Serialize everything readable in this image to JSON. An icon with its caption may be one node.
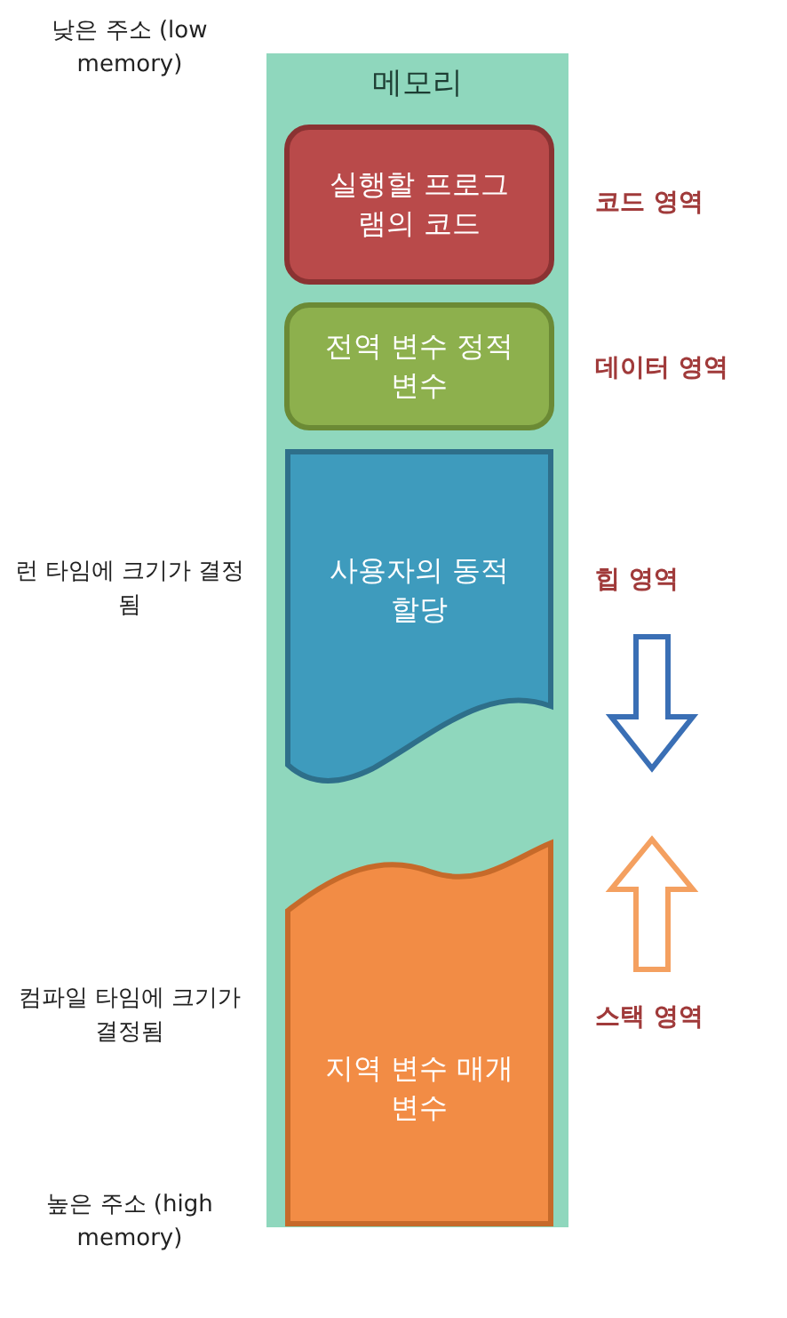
{
  "diagram": {
    "nodes": [
      {
        "text": [
          "메모리"
        ]
      },
      {
        "text": [
          "실행할 프로그램의 코드"
        ],
        "in": 0,
        "beside": [
          "코드 영역"
        ]
      },
      {
        "text": [
          "전역 변수 정적 변수"
        ],
        "in": 0,
        "beside": [
          "데이터 영역"
        ]
      },
      {
        "text": [
          "사용자의 동적 할당"
        ],
        "in": 0,
        "beside": [
          "힙 영역"
        ]
      },
      {
        "text": [
          "지역 변수 매개변수"
        ],
        "in": 0,
        "beside": [
          "스택 영역"
        ]
      }
    ],
    "labels": [
      "낮은 주소 (low memory)",
      "런 타임에 크기가 결정됨",
      "컴파일 타임에 크기가 결정됨",
      "높은 주소 (high memory)"
    ]
  }
}
